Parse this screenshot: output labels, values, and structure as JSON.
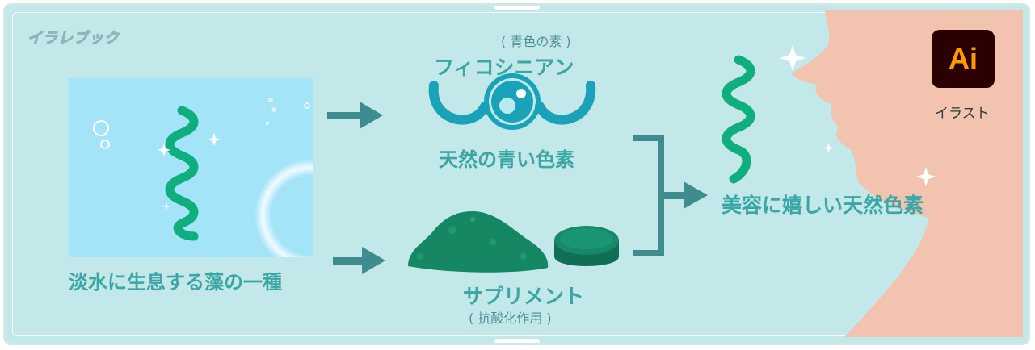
{
  "brand": "イラレブック",
  "labels": {
    "algae": "淡水に生息する藻の一種",
    "phycocyanin_sub": "( 青色の素 )",
    "phycocyanin": "フィコシニアン",
    "blue_pigment": "天然の青い色素",
    "supplement": "サプリメント",
    "supplement_sub": "( 抗酸化作用 )",
    "beauty": "美容に嬉しい天然色素"
  },
  "app_icon": {
    "icon_name": "adobe-illustrator-icon",
    "text": "Ai",
    "label": "イラスト"
  },
  "colors": {
    "background": "#c3e8e9",
    "water": "#a3e4f9",
    "label_teal": "#3ba6a6",
    "arrow": "#3f8c8e",
    "algae_green": "#0fae7e",
    "powder_green": "#168763",
    "phycocyanin_blue": "#1aa3b8",
    "skin": "#f2c4b0"
  }
}
